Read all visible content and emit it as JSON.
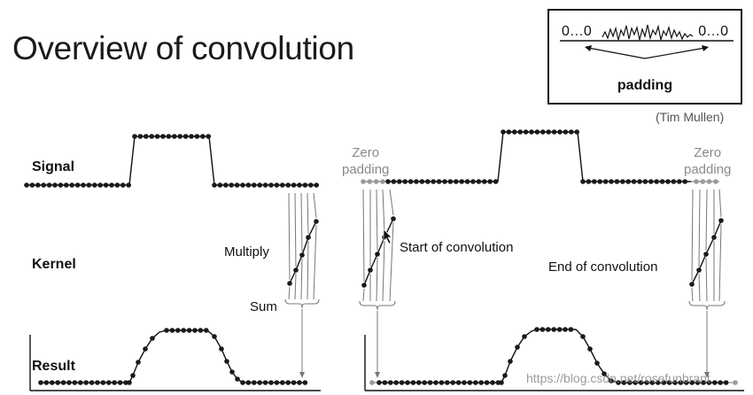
{
  "title": "Overview of convolution",
  "inset": {
    "left_zeros": "0…0",
    "right_zeros": "0…0",
    "label": "padding"
  },
  "credit": "(Tim Mullen)",
  "labels": {
    "signal": "Signal",
    "kernel": "Kernel",
    "result": "Result",
    "multiply": "Multiply",
    "sum": "Sum",
    "zero_padding_left": [
      "Zero",
      "padding"
    ],
    "zero_padding_right": [
      "Zero",
      "padding"
    ],
    "start": "Start of convolution",
    "end": "End of convolution"
  },
  "watermark": "https://blog.csdn.net/rosefunbrant",
  "colors": {
    "ink": "#111111",
    "dot": "#1a1a1a",
    "gray": "#9a9a9a",
    "arrow": "#777777"
  }
}
